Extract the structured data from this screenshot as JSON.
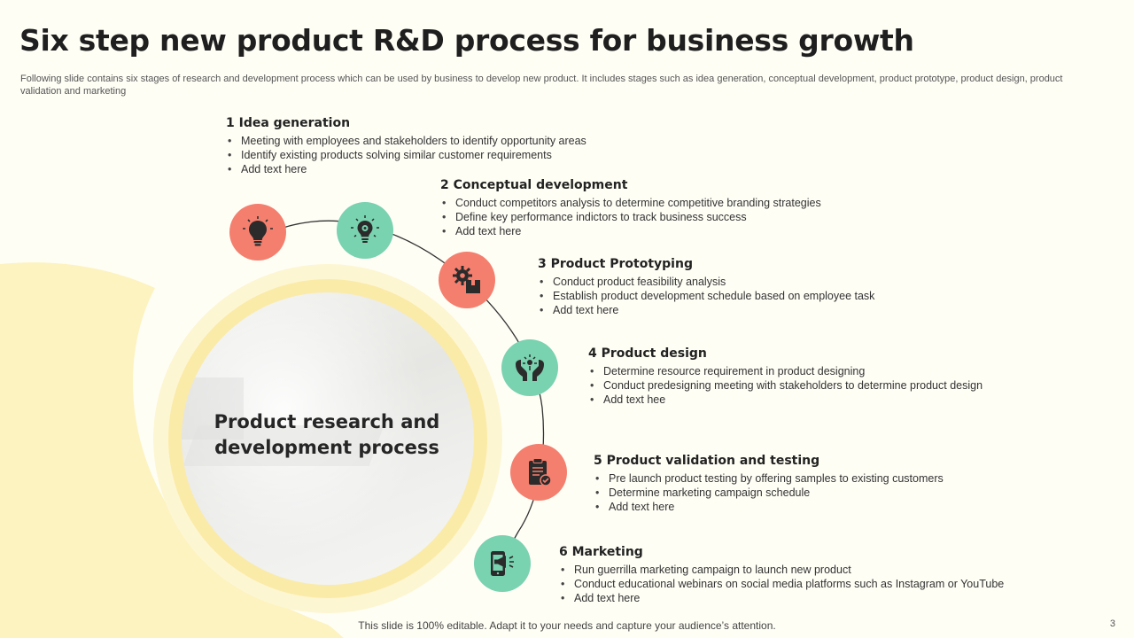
{
  "title": "Six step new product R&D process for business growth",
  "subtitle": "Following slide contains six stages of research and development process which can be used by business to develop new product. It includes stages such as idea generation, conceptual development, product prototype, product design, product validation and marketing",
  "center_label": "Product research and development process",
  "colors": {
    "coral": "#f47f6e",
    "mint": "#79d2b0",
    "yellow": "#fdf1b2",
    "background": "#fffef5"
  },
  "steps": [
    {
      "heading": "1 Idea generation",
      "icon": "lightbulb-icon",
      "color": "coral",
      "bullets": [
        "Meeting with employees and stakeholders to identify opportunity areas",
        "Identify existing products solving similar customer requirements",
        "Add text here"
      ]
    },
    {
      "heading": "2 Conceptual development",
      "icon": "idea-gear-icon",
      "color": "mint",
      "bullets": [
        "Conduct competitors analysis to determine competitive branding strategies",
        "Define key performance indictors to track business success",
        "Add text here"
      ]
    },
    {
      "heading": "3 Product Prototyping",
      "icon": "gear-box-icon",
      "color": "coral",
      "bullets": [
        "Conduct product feasibility analysis",
        "Establish product development  schedule based on employee task",
        "Add text here"
      ]
    },
    {
      "heading": "4 Product design",
      "icon": "hands-idea-icon",
      "color": "mint",
      "bullets": [
        "Determine resource requirement in product designing",
        "Conduct predesigning meeting with stakeholders to determine product design",
        "Add text hee"
      ]
    },
    {
      "heading": "5 Product validation and testing",
      "icon": "clipboard-check-icon",
      "color": "coral",
      "bullets": [
        "Pre launch product testing by offering  samples to existing customers",
        "Determine marketing campaign schedule",
        "Add text here"
      ]
    },
    {
      "heading": "6 Marketing",
      "icon": "phone-megaphone-icon",
      "color": "mint",
      "bullets": [
        "Run guerrilla marketing campaign to launch new product",
        "Conduct educational webinars on social media platforms such as Instagram or YouTube",
        "Add text here"
      ]
    }
  ],
  "footer": "This slide is 100% editable. Adapt it to your needs and capture your audience’s attention.",
  "page_number": "3"
}
